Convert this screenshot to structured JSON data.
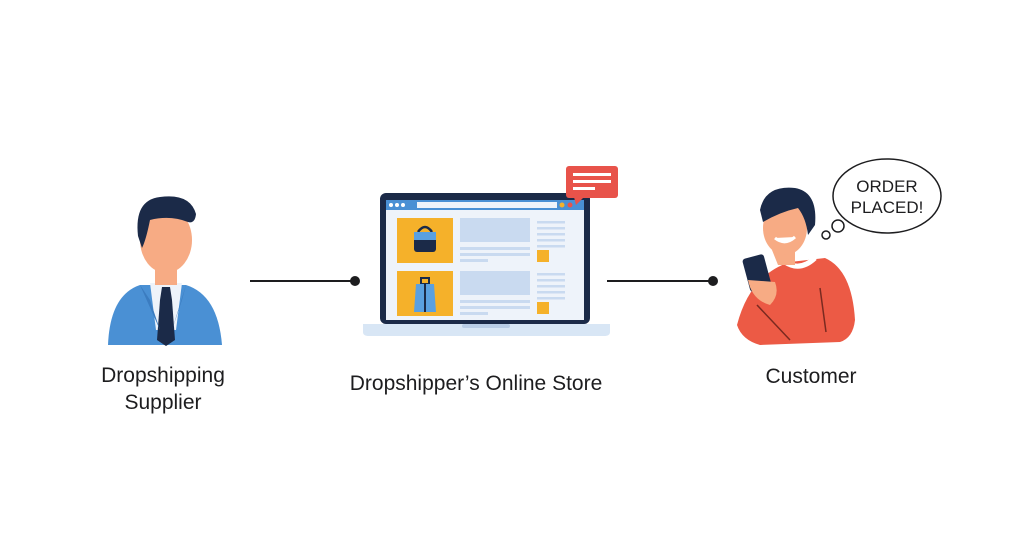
{
  "nodes": {
    "supplier": {
      "label_line1": "Dropshipping",
      "label_line2": "Supplier",
      "icon": "businessman-icon"
    },
    "store": {
      "label": "Dropshipper’s Online Store",
      "icon": "laptop-store-icon"
    },
    "customer": {
      "label": "Customer",
      "icon": "customer-phone-icon"
    }
  },
  "thought_bubble": {
    "line1": "ORDER",
    "line2": "PLACED!"
  },
  "colors": {
    "navy": "#1b2a48",
    "suit_blue": "#4a90d4",
    "skin": "#f7ab84",
    "product_yellow": "#f5b12a",
    "screen_panel": "#c9daf0",
    "sweater_red": "#ec5a45",
    "notification_red": "#e8534a",
    "connector": "#1d1d1f"
  }
}
